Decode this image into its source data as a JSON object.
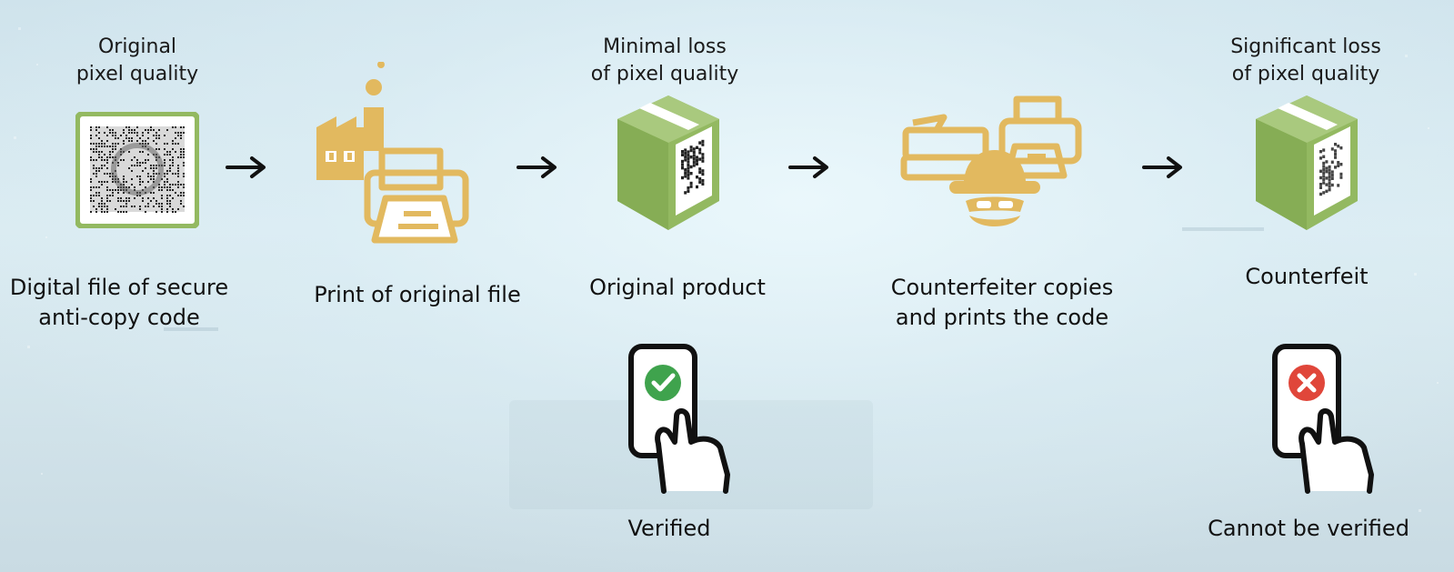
{
  "steps": [
    {
      "caption": [
        "Original",
        "pixel quality"
      ],
      "label": [
        "Digital file of secure",
        "anti-copy code"
      ]
    },
    {
      "caption": [],
      "label": [
        "Print of original file"
      ]
    },
    {
      "caption": [
        "Minimal loss",
        "of pixel quality"
      ],
      "label": [
        "Original product"
      ]
    },
    {
      "caption": [],
      "label": [
        "Counterfeiter copies",
        "and prints the code"
      ]
    },
    {
      "caption": [
        "Significant loss",
        "of pixel quality"
      ],
      "label": [
        "Counterfeit"
      ]
    }
  ],
  "verification": {
    "verified": "Verified",
    "not_verified": "Cannot be verified"
  },
  "colors": {
    "green": "#93b961",
    "gold": "#e2b95f",
    "check": "#3fa34d",
    "cross": "#e0463a"
  },
  "icons": [
    "code-image-icon",
    "factory-printer-icon",
    "product-box-icon",
    "counterfeiter-icon",
    "counterfeit-box-icon",
    "phone-check-icon",
    "phone-cross-icon",
    "arrow-right-icon"
  ]
}
